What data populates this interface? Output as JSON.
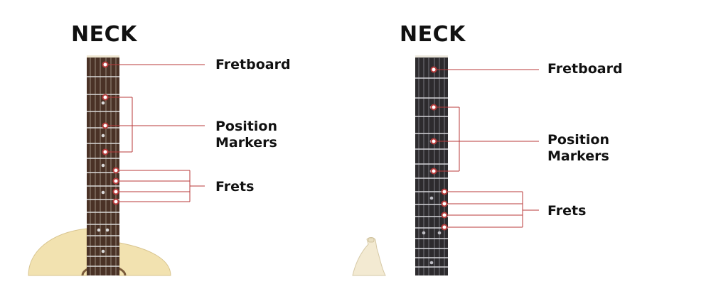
{
  "panels": [
    {
      "title": "NECK",
      "labels": {
        "fretboard": "Fretboard",
        "position_markers": "Position Markers",
        "frets": "Frets"
      }
    },
    {
      "title": "NECK",
      "labels": {
        "fretboard": "Fretboard",
        "position_markers": "Position Markers",
        "frets": "Frets"
      }
    }
  ],
  "colors": {
    "callout": "#b83a3a",
    "rosewood": "#4a3226",
    "ebony_dark": "#2d2b2e",
    "fret_wire": "#d9d9d9",
    "acoustic_body": "#f2e2b0",
    "electric_body": "#f3ead2"
  }
}
